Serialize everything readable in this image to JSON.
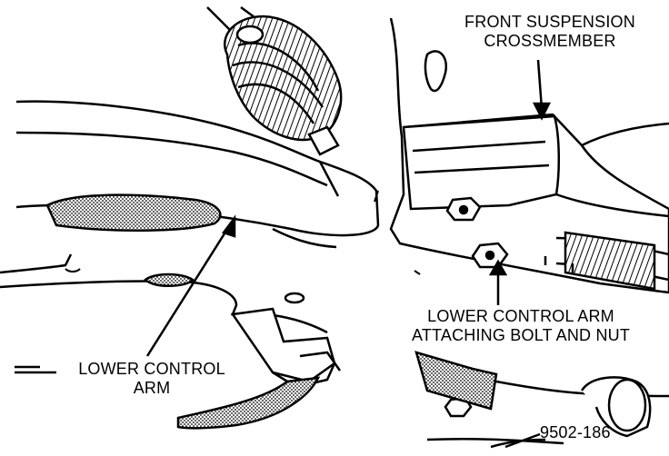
{
  "labels": {
    "crossmember": {
      "line1": "FRONT SUSPENSION",
      "line2": "CROSSMEMBER"
    },
    "control_arm": {
      "line1": "LOWER CONTROL",
      "line2": "ARM"
    },
    "bolt_nut": {
      "line1": "LOWER CONTROL ARM",
      "line2": "ATTACHING BOLT AND NUT"
    },
    "figure_number": "9502-186"
  },
  "colors": {
    "ink": "#000000",
    "paper": "#ffffff",
    "shade": "#7a7a7a"
  }
}
